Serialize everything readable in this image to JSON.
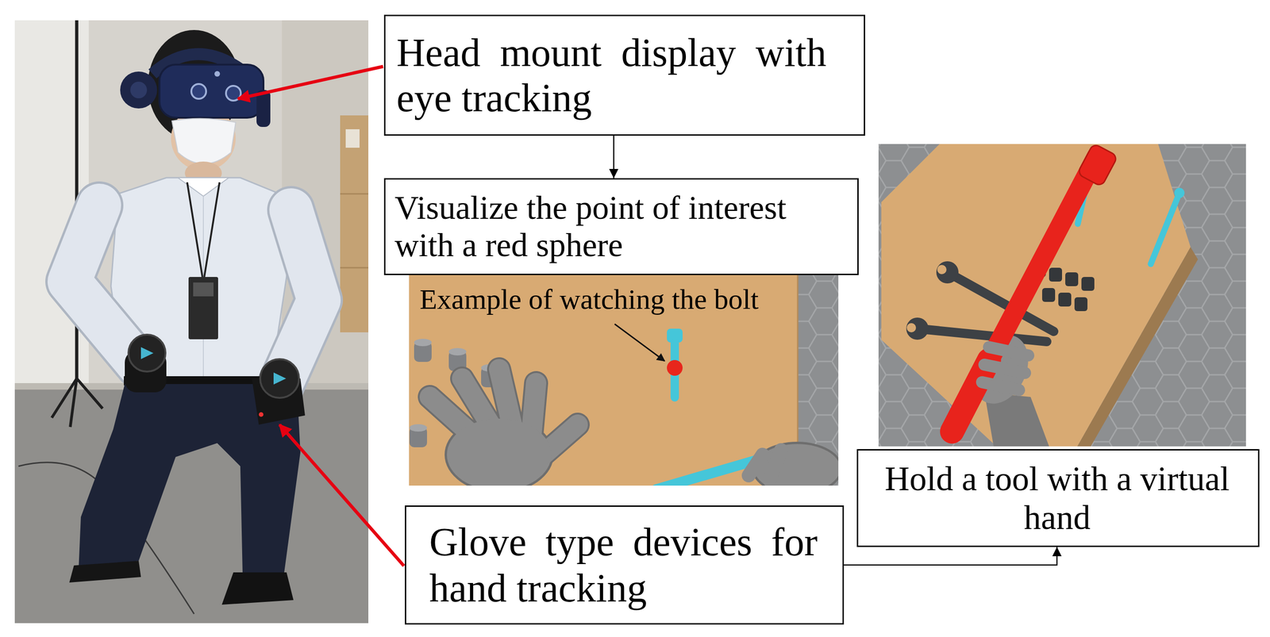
{
  "diagram": {
    "nodes": [
      {
        "text": [
          "Head mount display with eye tracking"
        ]
      },
      {
        "text": [
          "Visualize the point of interest with a red sphere"
        ]
      },
      {
        "text": [
          "Glove type devices for hand tracking"
        ]
      },
      {
        "text": [
          "Hold a tool with a virtual hand"
        ]
      }
    ],
    "edges": [
      {
        "from": 0,
        "to": 1,
        "arrow": "to"
      },
      {
        "from": 2,
        "to": 3,
        "arrow": "to"
      }
    ],
    "labels": [
      "Example of watching the bolt"
    ]
  }
}
